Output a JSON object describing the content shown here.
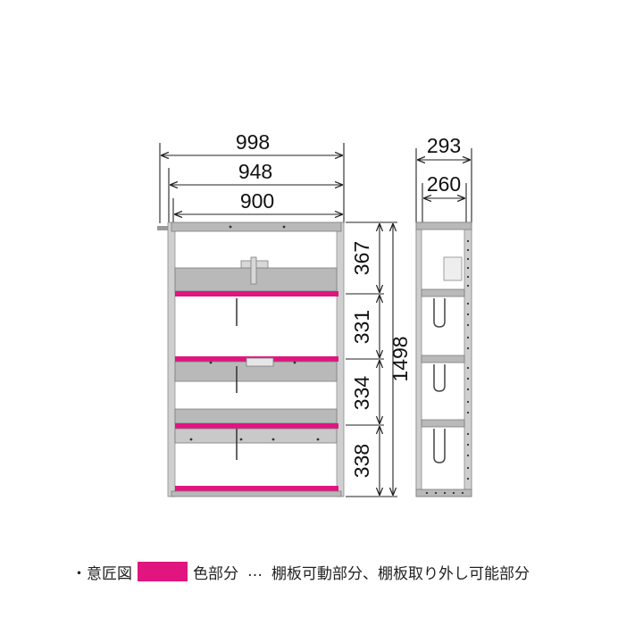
{
  "front_view": {
    "widths": {
      "outer": "998",
      "middle": "948",
      "inner": "900"
    },
    "heights": {
      "total": "1498",
      "sections": [
        "367",
        "331",
        "334",
        "338"
      ]
    }
  },
  "side_view": {
    "depths": {
      "outer": "293",
      "inner": "260"
    }
  },
  "legend": {
    "prefix": "・意匠図",
    "swatch_color": "#E0157F",
    "color_label": "色部分",
    "dots": "…",
    "description": "棚板可動部分、棚板取り外し可能部分"
  },
  "colors": {
    "accent": "#E0157F",
    "panel": "#B9B9B9",
    "panel_dark": "#8E8E8E",
    "frame": "#CFCFCF"
  }
}
